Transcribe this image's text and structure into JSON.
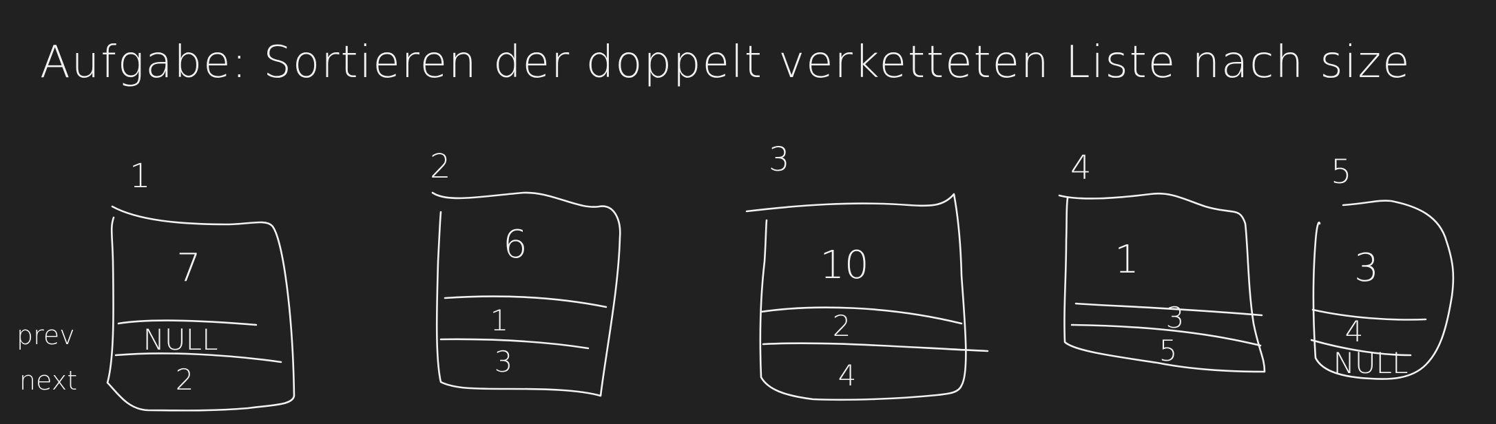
{
  "title": "Aufgabe: Sortieren der doppelt verketteten Liste nach size",
  "row_labels": {
    "prev": "prev",
    "next": "next"
  },
  "nodes": [
    {
      "index": "1",
      "size": "7",
      "prev": "NULL",
      "next": "2"
    },
    {
      "index": "2",
      "size": "6",
      "prev": "1",
      "next": "3"
    },
    {
      "index": "3",
      "size": "10",
      "prev": "2",
      "next": "4"
    },
    {
      "index": "4",
      "size": "1",
      "prev": "3",
      "next": "5"
    },
    {
      "index": "5",
      "size": "3",
      "prev": "4",
      "next": "NULL"
    }
  ]
}
